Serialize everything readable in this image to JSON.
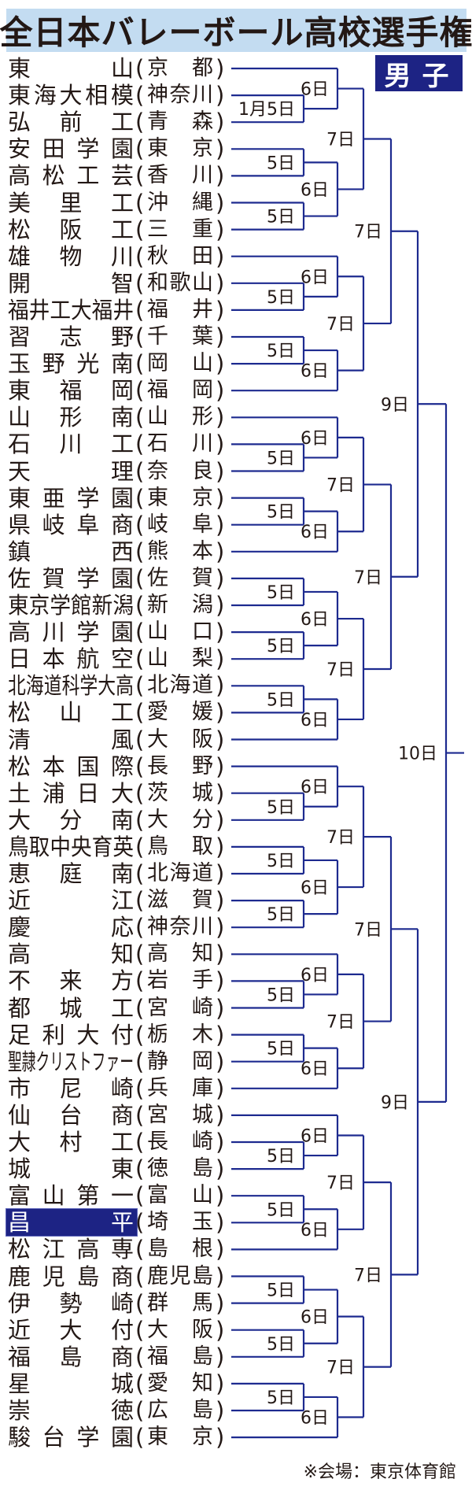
{
  "title": "全日本バレーボール高校選手権",
  "division": "男子",
  "venue_note": "※会場：東京体育館",
  "colors": {
    "line": "#1d2a8f",
    "badge": "#1d2384",
    "title_bg": "#c3dcf1",
    "highlight": "#1d2384"
  },
  "highlighted_team": "昌平",
  "teams": [
    {
      "name": "東山",
      "pref": "京都"
    },
    {
      "name": "東海大相模",
      "pref": "神奈川"
    },
    {
      "name": "弘前工",
      "pref": "青森"
    },
    {
      "name": "安田学園",
      "pref": "東京"
    },
    {
      "name": "高松工芸",
      "pref": "香川"
    },
    {
      "name": "美里工",
      "pref": "沖縄"
    },
    {
      "name": "松阪工",
      "pref": "三重"
    },
    {
      "name": "雄物川",
      "pref": "秋田"
    },
    {
      "name": "開智",
      "pref": "和歌山"
    },
    {
      "name": "福井工大福井",
      "pref": "福井"
    },
    {
      "name": "習志野",
      "pref": "千葉"
    },
    {
      "name": "玉野光南",
      "pref": "岡山"
    },
    {
      "name": "東福岡",
      "pref": "福岡"
    },
    {
      "name": "山形南",
      "pref": "山形"
    },
    {
      "name": "石川工",
      "pref": "石川"
    },
    {
      "name": "天理",
      "pref": "奈良"
    },
    {
      "name": "東亜学園",
      "pref": "東京"
    },
    {
      "name": "県岐阜商",
      "pref": "岐阜"
    },
    {
      "name": "鎮西",
      "pref": "熊本"
    },
    {
      "name": "佐賀学園",
      "pref": "佐賀"
    },
    {
      "name": "東京学館新潟",
      "pref": "新潟"
    },
    {
      "name": "高川学園",
      "pref": "山口"
    },
    {
      "name": "日本航空",
      "pref": "山梨"
    },
    {
      "name": "北海道科学大高",
      "pref": "北海道"
    },
    {
      "name": "松山工",
      "pref": "愛媛"
    },
    {
      "name": "清風",
      "pref": "大阪"
    },
    {
      "name": "松本国際",
      "pref": "長野"
    },
    {
      "name": "土浦日大",
      "pref": "茨城"
    },
    {
      "name": "大分南",
      "pref": "大分"
    },
    {
      "name": "鳥取中央育英",
      "pref": "鳥取"
    },
    {
      "name": "恵庭南",
      "pref": "北海道"
    },
    {
      "name": "近江",
      "pref": "滋賀"
    },
    {
      "name": "慶応",
      "pref": "神奈川"
    },
    {
      "name": "高知",
      "pref": "高知"
    },
    {
      "name": "不来方",
      "pref": "岩手"
    },
    {
      "name": "都城工",
      "pref": "宮崎"
    },
    {
      "name": "足利大付",
      "pref": "栃木"
    },
    {
      "name": "聖隷クリストファー",
      "pref": "静岡"
    },
    {
      "name": "市尼崎",
      "pref": "兵庫"
    },
    {
      "name": "仙台商",
      "pref": "宮城"
    },
    {
      "name": "大村工",
      "pref": "長崎"
    },
    {
      "name": "城東",
      "pref": "徳島"
    },
    {
      "name": "富山第一",
      "pref": "富山"
    },
    {
      "name": "昌平",
      "pref": "埼玉"
    },
    {
      "name": "松江高専",
      "pref": "島根"
    },
    {
      "name": "鹿児島商",
      "pref": "鹿児島"
    },
    {
      "name": "伊勢崎",
      "pref": "群馬"
    },
    {
      "name": "近大付",
      "pref": "大阪"
    },
    {
      "name": "福島商",
      "pref": "福島"
    },
    {
      "name": "星城",
      "pref": "愛知"
    },
    {
      "name": "崇徳",
      "pref": "広島"
    },
    {
      "name": "駿台学園",
      "pref": "東京"
    }
  ],
  "bracket": {
    "date": "10日",
    "c": [
      {
        "date": "9日",
        "c": [
          {
            "date": "7日",
            "c": [
              {
                "date": "7日",
                "c": [
                  {
                    "date": "6日",
                    "c": [
                      0,
                      {
                        "date": "1月5日",
                        "c": [
                          1,
                          2
                        ]
                      }
                    ]
                  },
                  {
                    "date": "6日",
                    "c": [
                      {
                        "date": "5日",
                        "c": [
                          3,
                          4
                        ]
                      },
                      {
                        "date": "5日",
                        "c": [
                          5,
                          6
                        ]
                      }
                    ]
                  }
                ]
              },
              {
                "date": "7日",
                "c": [
                  {
                    "date": "6日",
                    "c": [
                      7,
                      {
                        "date": "5日",
                        "c": [
                          8,
                          9
                        ]
                      }
                    ]
                  },
                  {
                    "date": "6日",
                    "c": [
                      {
                        "date": "5日",
                        "c": [
                          10,
                          11
                        ]
                      },
                      12
                    ]
                  }
                ]
              }
            ]
          },
          {
            "date": "7日",
            "c": [
              {
                "date": "7日",
                "c": [
                  {
                    "date": "6日",
                    "c": [
                      13,
                      {
                        "date": "5日",
                        "c": [
                          14,
                          15
                        ]
                      }
                    ]
                  },
                  {
                    "date": "6日",
                    "c": [
                      {
                        "date": "5日",
                        "c": [
                          16,
                          17
                        ]
                      },
                      18
                    ]
                  }
                ]
              },
              {
                "date": "7日",
                "c": [
                  {
                    "date": "6日",
                    "c": [
                      {
                        "date": "5日",
                        "c": [
                          19,
                          20
                        ]
                      },
                      {
                        "date": "5日",
                        "c": [
                          21,
                          22
                        ]
                      }
                    ]
                  },
                  {
                    "date": "6日",
                    "c": [
                      {
                        "date": "5日",
                        "c": [
                          23,
                          24
                        ]
                      },
                      25
                    ]
                  }
                ]
              }
            ]
          }
        ]
      },
      {
        "date": "9日",
        "c": [
          {
            "date": "7日",
            "c": [
              {
                "date": "7日",
                "c": [
                  {
                    "date": "6日",
                    "c": [
                      26,
                      {
                        "date": "5日",
                        "c": [
                          27,
                          28
                        ]
                      }
                    ]
                  },
                  {
                    "date": "6日",
                    "c": [
                      {
                        "date": "5日",
                        "c": [
                          29,
                          30
                        ]
                      },
                      {
                        "date": "5日",
                        "c": [
                          31,
                          32
                        ]
                      }
                    ]
                  }
                ]
              },
              {
                "date": "7日",
                "c": [
                  {
                    "date": "6日",
                    "c": [
                      33,
                      {
                        "date": "5日",
                        "c": [
                          34,
                          35
                        ]
                      }
                    ]
                  },
                  {
                    "date": "6日",
                    "c": [
                      {
                        "date": "5日",
                        "c": [
                          36,
                          37
                        ]
                      },
                      38
                    ]
                  }
                ]
              }
            ]
          },
          {
            "date": "7日",
            "c": [
              {
                "date": "7日",
                "c": [
                  {
                    "date": "6日",
                    "c": [
                      39,
                      {
                        "date": "5日",
                        "c": [
                          40,
                          41
                        ]
                      }
                    ]
                  },
                  {
                    "date": "6日",
                    "c": [
                      {
                        "date": "5日",
                        "c": [
                          42,
                          43
                        ]
                      },
                      44
                    ]
                  }
                ]
              },
              {
                "date": "7日",
                "c": [
                  {
                    "date": "6日",
                    "c": [
                      {
                        "date": "5日",
                        "c": [
                          45,
                          46
                        ]
                      },
                      {
                        "date": "5日",
                        "c": [
                          47,
                          48
                        ]
                      }
                    ]
                  },
                  {
                    "date": "6日",
                    "c": [
                      {
                        "date": "5日",
                        "c": [
                          49,
                          50
                        ]
                      },
                      51
                    ]
                  }
                ]
              }
            ]
          }
        ]
      }
    ]
  }
}
